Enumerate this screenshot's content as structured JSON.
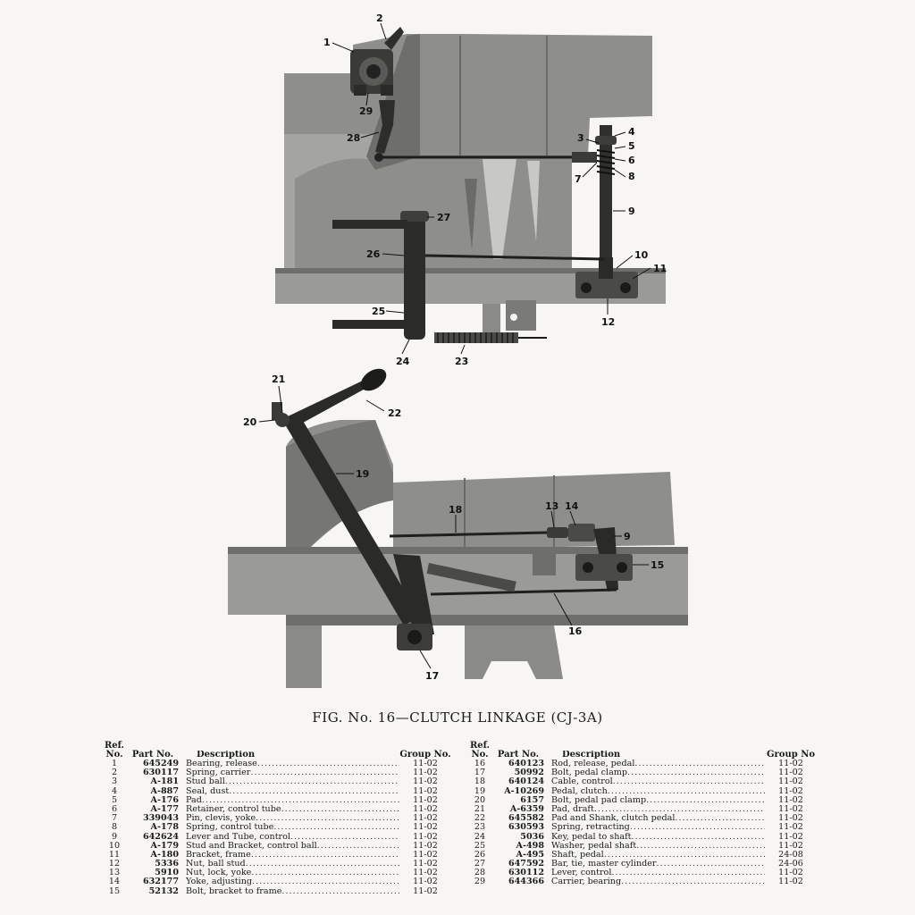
{
  "caption": "FIG. No. 16—CLUTCH LINKAGE (CJ-3A)",
  "callouts": {
    "upper": [
      "1",
      "2",
      "29",
      "28",
      "3",
      "4",
      "5",
      "6",
      "7",
      "8",
      "9",
      "27",
      "26",
      "10",
      "11",
      "12",
      "25",
      "24",
      "23"
    ],
    "lower": [
      "21",
      "20",
      "22",
      "19",
      "18",
      "13",
      "14",
      "9",
      "15",
      "16",
      "17"
    ]
  },
  "table_headers": {
    "ref": "Ref.\nNo.",
    "part": "Part No.",
    "desc": "Description",
    "group_left": "Group No.",
    "group_right": "Group No"
  },
  "parts_left": [
    {
      "ref": "1",
      "part": "645249",
      "desc": "Bearing, release",
      "group": "11-02"
    },
    {
      "ref": "2",
      "part": "630117",
      "desc": "Spring, carrier",
      "group": "11-02"
    },
    {
      "ref": "3",
      "part": "A-181",
      "desc": "Stud ball",
      "group": "11-02"
    },
    {
      "ref": "4",
      "part": "A-887",
      "desc": "Seal, dust",
      "group": "11-02"
    },
    {
      "ref": "5",
      "part": "A-176",
      "desc": "Pad",
      "group": "11-02"
    },
    {
      "ref": "6",
      "part": "A-177",
      "desc": "Retainer, control tube",
      "group": "11-02"
    },
    {
      "ref": "7",
      "part": "339043",
      "desc": "Pin, clevis, yoke",
      "group": "11-02"
    },
    {
      "ref": "8",
      "part": "A-178",
      "desc": "Spring, control tube",
      "group": "11-02"
    },
    {
      "ref": "9",
      "part": "642624",
      "desc": "Lever and Tube, control",
      "group": "11-02"
    },
    {
      "ref": "10",
      "part": "A-179",
      "desc": "Stud and Bracket, control ball",
      "group": "11-02"
    },
    {
      "ref": "11",
      "part": "A-180",
      "desc": "Bracket, frame",
      "group": "11-02"
    },
    {
      "ref": "12",
      "part": "5336",
      "desc": "Nut, ball stud",
      "group": "11-02"
    },
    {
      "ref": "13",
      "part": "5910",
      "desc": "Nut, lock, yoke",
      "group": "11-02"
    },
    {
      "ref": "14",
      "part": "632177",
      "desc": "Yoke, adjusting",
      "group": "11-02"
    },
    {
      "ref": "15",
      "part": "52132",
      "desc": "Bolt, bracket to frame",
      "group": "11-02"
    }
  ],
  "parts_right": [
    {
      "ref": "16",
      "part": "640123",
      "desc": "Rod, release, pedal",
      "group": "11-02"
    },
    {
      "ref": "17",
      "part": "50992",
      "desc": "Bolt, pedal clamp",
      "group": "11-02"
    },
    {
      "ref": "18",
      "part": "640124",
      "desc": "Cable, control",
      "group": "11-02"
    },
    {
      "ref": "19",
      "part": "A-10269",
      "desc": "Pedal, clutch",
      "group": "11-02"
    },
    {
      "ref": "20",
      "part": "6157",
      "desc": "Bolt, pedal pad clamp",
      "group": "11-02"
    },
    {
      "ref": "21",
      "part": "A-6359",
      "desc": "Pad, draft",
      "group": "11-02"
    },
    {
      "ref": "22",
      "part": "645582",
      "desc": "Pad and Shank, clutch pedal",
      "group": "11-02"
    },
    {
      "ref": "23",
      "part": "630593",
      "desc": "Spring, retracting",
      "group": "11-02"
    },
    {
      "ref": "24",
      "part": "5036",
      "desc": "Key, pedal to shaft",
      "group": "11-02"
    },
    {
      "ref": "25",
      "part": "A-498",
      "desc": "Washer, pedal shaft",
      "group": "11-02"
    },
    {
      "ref": "26",
      "part": "A-495",
      "desc": "Shaft, pedal",
      "group": "24-08"
    },
    {
      "ref": "27",
      "part": "647592",
      "desc": "Bar, tie, master cylinder",
      "group": "24-06"
    },
    {
      "ref": "28",
      "part": "630112",
      "desc": "Lever, control",
      "group": "11-02"
    },
    {
      "ref": "29",
      "part": "644366",
      "desc": "Carrier, bearing",
      "group": "11-02"
    }
  ]
}
